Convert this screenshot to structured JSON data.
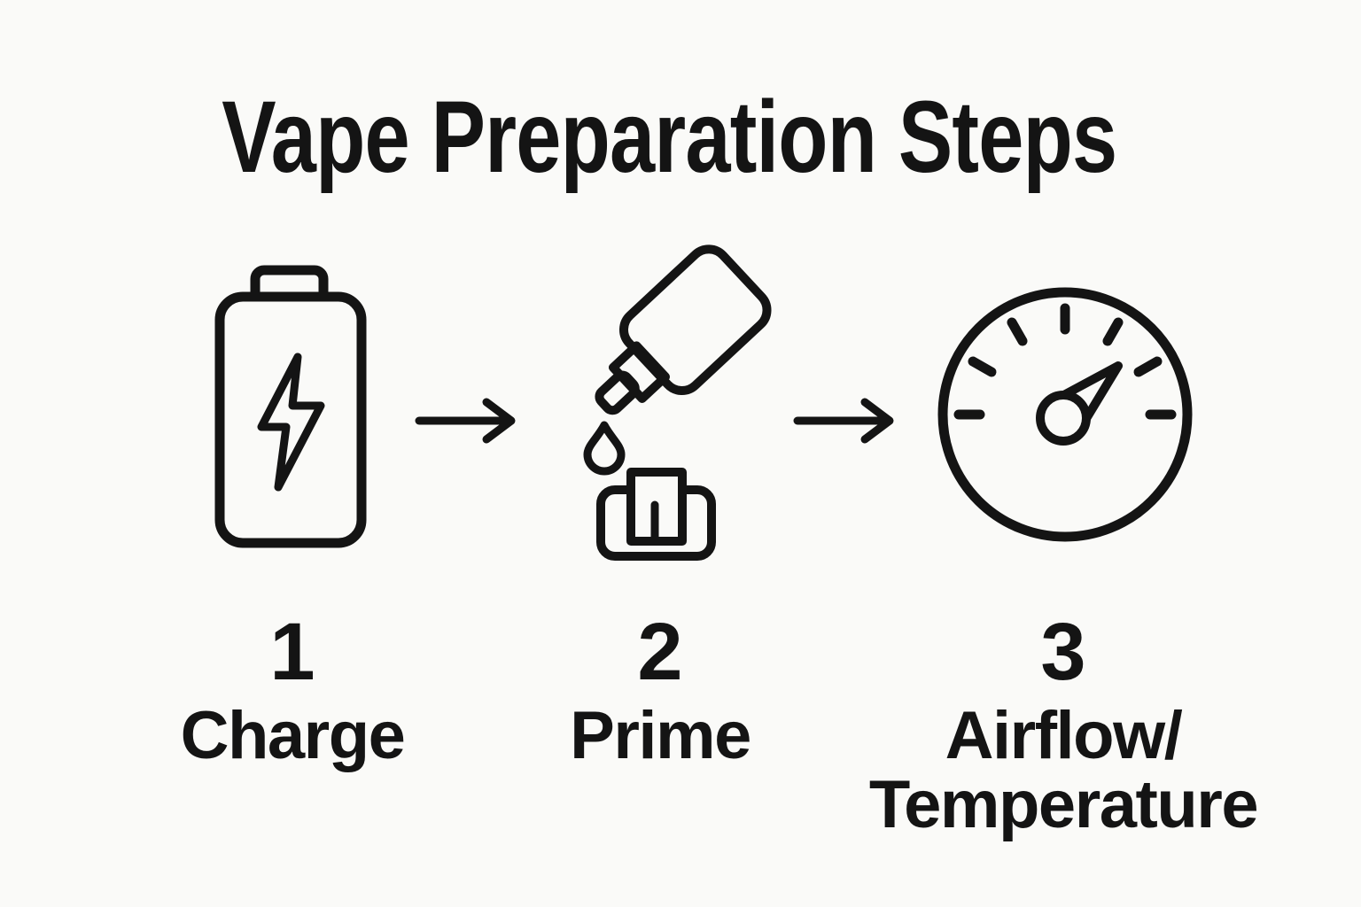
{
  "page": {
    "bg": "#fafaf8",
    "ink": "#141414"
  },
  "title": "Vape Preparation Steps",
  "steps": [
    {
      "number": "1",
      "label": "Charge",
      "icon": "battery-charging-icon"
    },
    {
      "number": "2",
      "label": "Prime",
      "icon": "eliquid-bottle-drip-pod-icon"
    },
    {
      "number": "3",
      "label_line1": "Airflow/",
      "label_line2": "Temperature",
      "icon": "airflow-temperature-gauge-icon"
    }
  ],
  "arrows": [
    {
      "icon": "right-arrow-icon"
    },
    {
      "icon": "right-arrow-icon"
    }
  ]
}
